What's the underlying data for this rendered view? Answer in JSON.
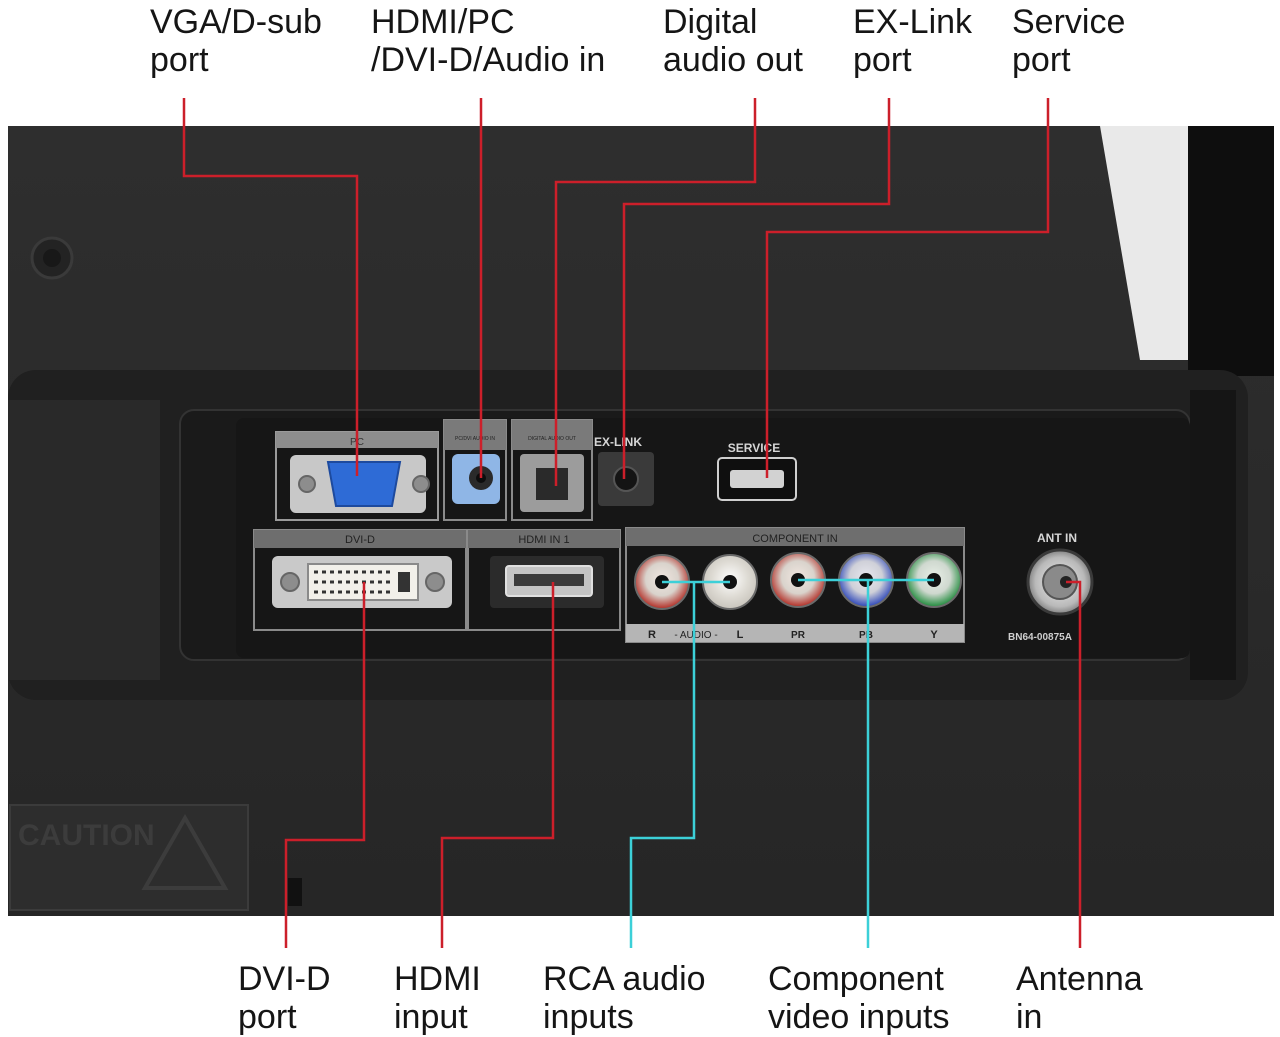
{
  "labels": {
    "top": [
      {
        "id": "vga",
        "lines": [
          "VGA/D-sub",
          "port"
        ]
      },
      {
        "id": "hdmipc",
        "lines": [
          "HDMI/PC",
          "/DVI-D/Audio in"
        ]
      },
      {
        "id": "digital",
        "lines": [
          "Digital",
          "audio out"
        ]
      },
      {
        "id": "exlink",
        "lines": [
          "EX-Link",
          "port"
        ]
      },
      {
        "id": "service",
        "lines": [
          "Service",
          "port"
        ]
      }
    ],
    "bottom": [
      {
        "id": "dvid",
        "lines": [
          "DVI-D",
          "port"
        ]
      },
      {
        "id": "hdmi",
        "lines": [
          "HDMI",
          "input"
        ]
      },
      {
        "id": "rca",
        "lines": [
          "RCA audio",
          "inputs"
        ]
      },
      {
        "id": "component",
        "lines": [
          "Component",
          "video inputs"
        ]
      },
      {
        "id": "antenna",
        "lines": [
          "Antenna",
          "in"
        ]
      }
    ]
  },
  "panel_text": {
    "pc": "PC",
    "pc_audio": "PC/DVI AUDIO IN",
    "digital_audio": "DIGITAL AUDIO OUT",
    "exlink": "EX-LINK",
    "service": "SERVICE",
    "dvid": "DVI-D",
    "hdmi_in": "HDMI IN 1",
    "component_in": "COMPONENT IN",
    "audio_r": "R",
    "audio_word": "- AUDIO -",
    "audio_l": "L",
    "pr": "PR",
    "pb": "PB",
    "y": "Y",
    "ant_in": "ANT IN",
    "part_no": "BN64-00875A",
    "caution": "CAUTION"
  },
  "colors": {
    "callout_red": "#cc1f2a",
    "callout_cyan": "#3cd0d8",
    "bezel": "#2b2b2b",
    "panel": "#1c1c1c"
  }
}
